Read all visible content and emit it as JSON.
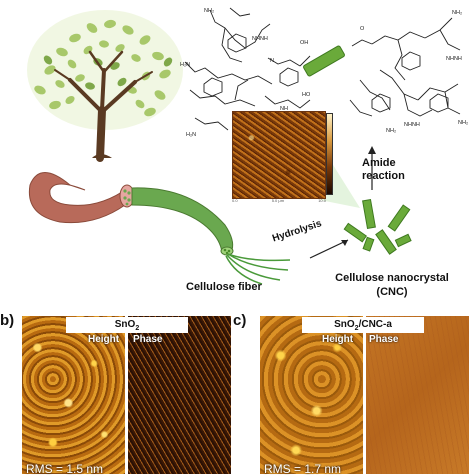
{
  "scheme": {
    "fiber_label": "Cellulose fiber",
    "hydrolysis_label": "Hydrolysis",
    "cnc_label_line1": "Cellulose nanocrystal",
    "cnc_label_line2": "(CNC)",
    "amide_label_line1": "Amide",
    "amide_label_line2": "reaction",
    "inset_axis_left": "0.0",
    "inset_axis_mid": "5.0 μm",
    "inset_axis_right": "10.0"
  },
  "panel_b": {
    "letter": "b)",
    "title": "SnO",
    "title_sub": "2",
    "height_label": "Height",
    "phase_label": "Phase",
    "rms": "RMS = 1.5 nm"
  },
  "panel_c": {
    "letter": "c)",
    "title": "SnO",
    "title_sub": "2",
    "title_suffix": "/CNC-a",
    "height_label": "Height",
    "phase_label": "Phase",
    "rms": "RMS = 1.7 nm"
  },
  "colors": {
    "leaf": "#a8c86a",
    "trunk": "#5a3a22",
    "fiber_brown": "#b86a5a",
    "fiber_green": "#6aa84f",
    "cnc_green": "#6aaa3a"
  }
}
